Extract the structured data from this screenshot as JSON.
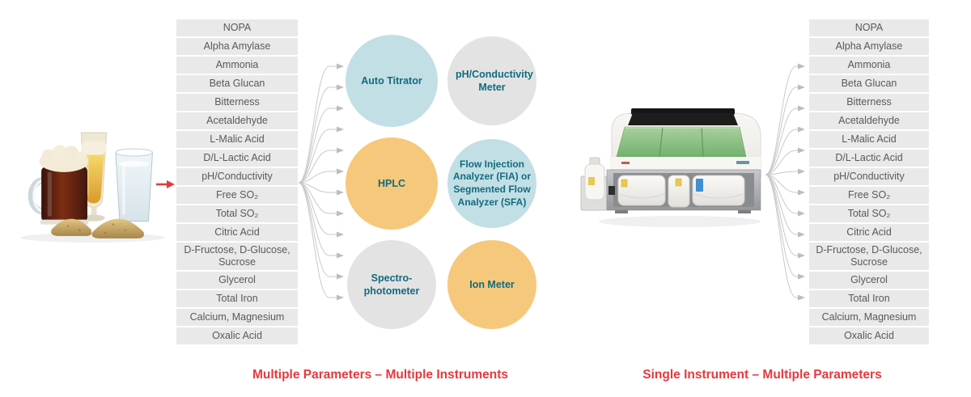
{
  "parameters": [
    "NOPA",
    "Alpha Amylase",
    "Ammonia",
    "Beta Glucan",
    "Bitterness",
    "Acetaldehyde",
    "L-Malic Acid",
    "D/L-Lactic Acid",
    "pH/Conductivity",
    "Free SO₂",
    "Total SO₂",
    "Citric Acid",
    "D-Fructose, D-Glucose, Sucrose",
    "Glycerol",
    "Total Iron",
    "Calcium, Magnesium",
    "Oxalic Acid"
  ],
  "instruments": [
    {
      "label": "Auto Titrator",
      "color": "#c2dfe5"
    },
    {
      "label": "pH/Conductivity Meter",
      "color": "#e3e3e4"
    },
    {
      "label": "HPLC",
      "color": "#f6c87c"
    },
    {
      "label": "Flow Injection Analyzer (FIA) or Segmented Flow Analyzer (SFA)",
      "color": "#c2dfe5"
    },
    {
      "label": "Spectro-photometer",
      "color": "#e3e3e4"
    },
    {
      "label": "Ion Meter",
      "color": "#f6c87c"
    }
  ],
  "captions": {
    "left": "Multiple Parameters – Multiple Instruments",
    "right": "Single Instrument – Multiple Parameters"
  },
  "images": {
    "sample": "beverages-beer-water-and-malt-grain",
    "instrument": "automated-discrete-analyzer"
  },
  "colors": {
    "caption_red": "#e6393d",
    "circle_text_teal": "#116b7d",
    "circle_blue": "#c2dfe5",
    "circle_gray": "#e3e3e4",
    "circle_orange": "#f6c87c",
    "list_row_gray": "#e9e9e9",
    "list_text": "#58595b",
    "connector_gray": "#c9c9c9",
    "sample_arrow_red": "#e03c3c",
    "analyzer_green": "#8fc48a"
  }
}
